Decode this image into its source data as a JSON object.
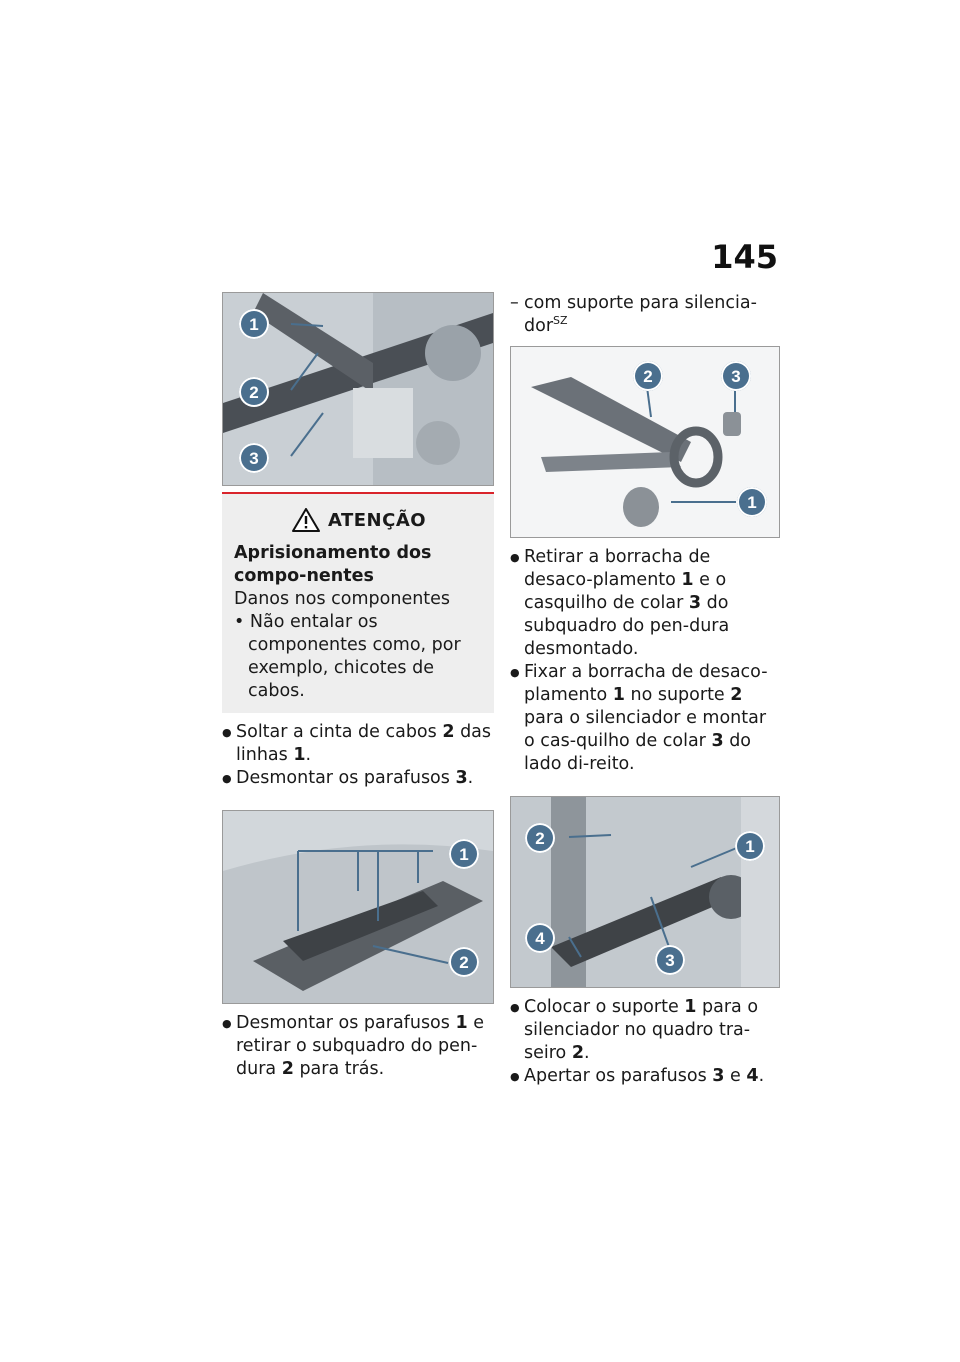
{
  "page_number": "145",
  "left": {
    "warning": {
      "title": "ATENÇÃO",
      "subtitle": "Aprisionamento dos compo-nentes",
      "text": "Danos nos componentes",
      "bullet": "• Não entalar os componentes como, por exemplo, chicotes de cabos."
    },
    "steps1": {
      "s1_a": "Soltar a cinta de cabos ",
      "s1_n1": "2",
      "s1_b": " das linhas ",
      "s1_n2": "1",
      "s1_c": ".",
      "s2_a": "Desmontar os parafusos ",
      "s2_n1": "3",
      "s2_b": "."
    },
    "steps2": {
      "s1_a": "Desmontar os parafusos ",
      "s1_n1": "1",
      "s1_b": " e retirar o subquadro do pen-dura ",
      "s1_n2": "2",
      "s1_c": " para trás."
    }
  },
  "right": {
    "condition": "com suporte para silencia-dor",
    "condition_sup": "SZ",
    "steps1": {
      "s1_a": "Retirar a borracha de desaco-plamento ",
      "s1_n1": "1",
      "s1_b": " e o casquilho de colar ",
      "s1_n2": "3",
      "s1_c": " do subquadro do pen-dura desmontado.",
      "s2_a": "Fixar a borracha de desaco-plamento ",
      "s2_n1": "1",
      "s2_b": " no suporte ",
      "s2_n2": "2",
      "s2_c": " para o silenciador e montar o cas-quilho de colar ",
      "s2_n3": "3",
      "s2_d": " do lado di-reito."
    },
    "steps2": {
      "s1_a": "Colocar o suporte ",
      "s1_n1": "1",
      "s1_b": " para o silenciador no quadro tra-seiro ",
      "s1_n2": "2",
      "s1_c": ".",
      "s2_a": "Apertar os parafusos ",
      "s2_n1": "3",
      "s2_b": " e ",
      "s2_n2": "4",
      "s2_c": "."
    }
  },
  "figures": {
    "fig1": [
      "1",
      "2",
      "3"
    ],
    "fig2": [
      "1",
      "2"
    ],
    "fig3": [
      "2",
      "3",
      "1"
    ],
    "fig4": [
      "2",
      "1",
      "4",
      "3"
    ]
  },
  "colors": {
    "callout": "#4a6f8e",
    "warning_rule": "#d9242b",
    "warning_bg": "#eeeeee"
  },
  "icons": {
    "warning": "warning-triangle-icon"
  }
}
